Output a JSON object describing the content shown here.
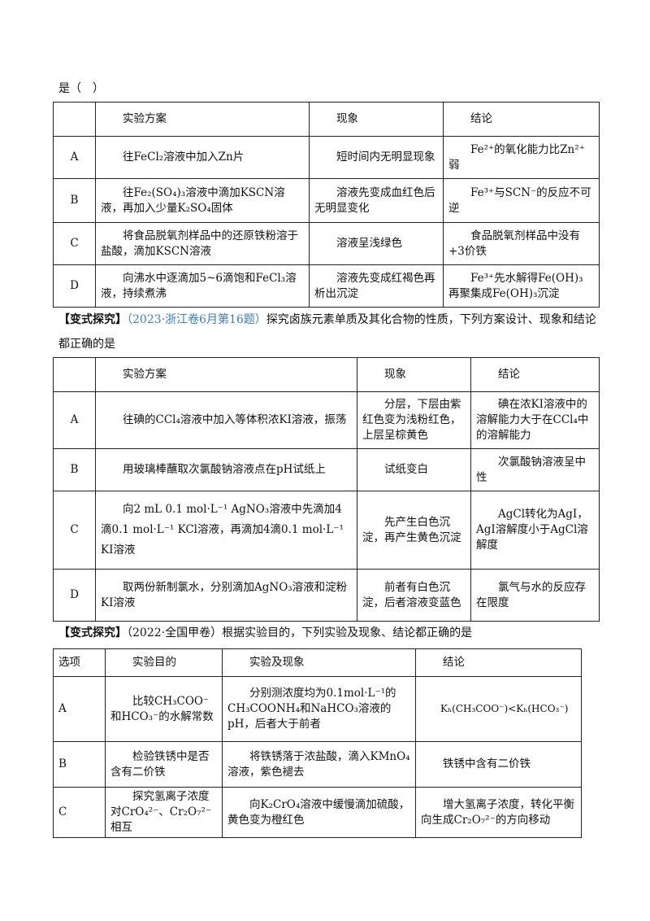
{
  "intro": "是（　）",
  "table1": {
    "headers": [
      "",
      "实验方案",
      "现象",
      "结论"
    ],
    "rows": [
      {
        "label": "A",
        "plan": "往FeCl₂溶液中加入Zn片",
        "phenomenon": "短时间内无明显现象",
        "conclusion": "Fe²⁺的氧化能力比Zn²⁺弱"
      },
      {
        "label": "B",
        "plan": "往Fe₂(SO₄)₃溶液中滴加KSCN溶液，再加入少量K₂SO₄固体",
        "phenomenon": "溶液先变成血红色后无明显变化",
        "conclusion": "Fe³⁺与SCN⁻的反应不可逆"
      },
      {
        "label": "C",
        "plan": "将食品脱氧剂样品中的还原铁粉溶于盐酸，滴加KSCN溶液",
        "phenomenon": "溶液呈浅绿色",
        "conclusion": "食品脱氧剂样品中没有+3价铁"
      },
      {
        "label": "D",
        "plan": "向沸水中逐滴加5~6滴饱和FeCl₃溶液，持续煮沸",
        "phenomenon": "溶液先变成红褐色再析出沉淀",
        "conclusion": "Fe³⁺先水解得Fe(OH)₃再聚集成Fe(OH)₃沉淀"
      }
    ]
  },
  "section2": {
    "bracket": "【变式探究】",
    "cite": "（2023·浙江卷6月第16题）",
    "text": "探究卤族元素单质及其化合物的性质，下列方案设计、现象和结论都正确的是"
  },
  "table2": {
    "headers": [
      "",
      "实验方案",
      "现象",
      "结论"
    ],
    "rows": [
      {
        "label": "A",
        "plan": "往碘的CCl₄溶液中加入等体积浓KI溶液，振荡",
        "phenomenon": "分层，下层由紫红色变为浅粉红色，上层呈棕黄色",
        "conclusion": "碘在浓KI溶液中的溶解能力大于在CCl₄中的溶解能力"
      },
      {
        "label": "B",
        "plan": "用玻璃棒蘸取次氯酸钠溶液点在pH试纸上",
        "phenomenon": "试纸变白",
        "conclusion": "次氯酸钠溶液呈中性"
      },
      {
        "label": "C",
        "plan": "向2 mL 0.1 mol·L⁻¹ AgNO₃溶液中先滴加4滴0.1 mol·L⁻¹ KCl溶液，再滴加4滴0.1 mol·L⁻¹ KI溶液",
        "phenomenon": "先产生白色沉淀，再产生黄色沉淀",
        "conclusion": "AgCl转化为AgI，AgI溶解度小于AgCl溶解度"
      },
      {
        "label": "D",
        "plan": "取两份新制氯水，分别滴加AgNO₃溶液和淀粉KI溶液",
        "phenomenon": "前者有白色沉淀，后者溶液变蓝色",
        "conclusion": "氯气与水的反应存在限度"
      }
    ]
  },
  "section3": {
    "bracket": "【变式探究】",
    "text": "（2022·全国甲卷）根据实验目的，下列实验及现象、结论都正确的是"
  },
  "table3": {
    "headers": [
      "选项",
      "实验目的",
      "实验及现象",
      "结论"
    ],
    "rows": [
      {
        "label": "A",
        "purpose": "比较CH₃COO⁻和HCO₃⁻的水解常数",
        "procedure": "分别测浓度均为0.1mol·L⁻¹的CH₃COONH₄和NaHCO₃溶液的pH，后者大于前者",
        "conclusion": "Kₕ(CH₃COO⁻)<Kₕ(HCO₃⁻)"
      },
      {
        "label": "B",
        "purpose": "检验铁锈中是否含有二价铁",
        "procedure": "将铁锈落于浓盐酸，滴入KMnO₄溶液，紫色褪去",
        "conclusion": "铁锈中含有二价铁"
      },
      {
        "label": "C",
        "purpose": "探究氢离子浓度对CrO₄²⁻、Cr₂O₇²⁻相互",
        "procedure": "向K₂CrO₄溶液中缓慢滴加硫酸，黄色变为橙红色",
        "conclusion": "增大氢离子浓度，转化平衡向生成Cr₂O₇²⁻的方向移动"
      }
    ]
  }
}
